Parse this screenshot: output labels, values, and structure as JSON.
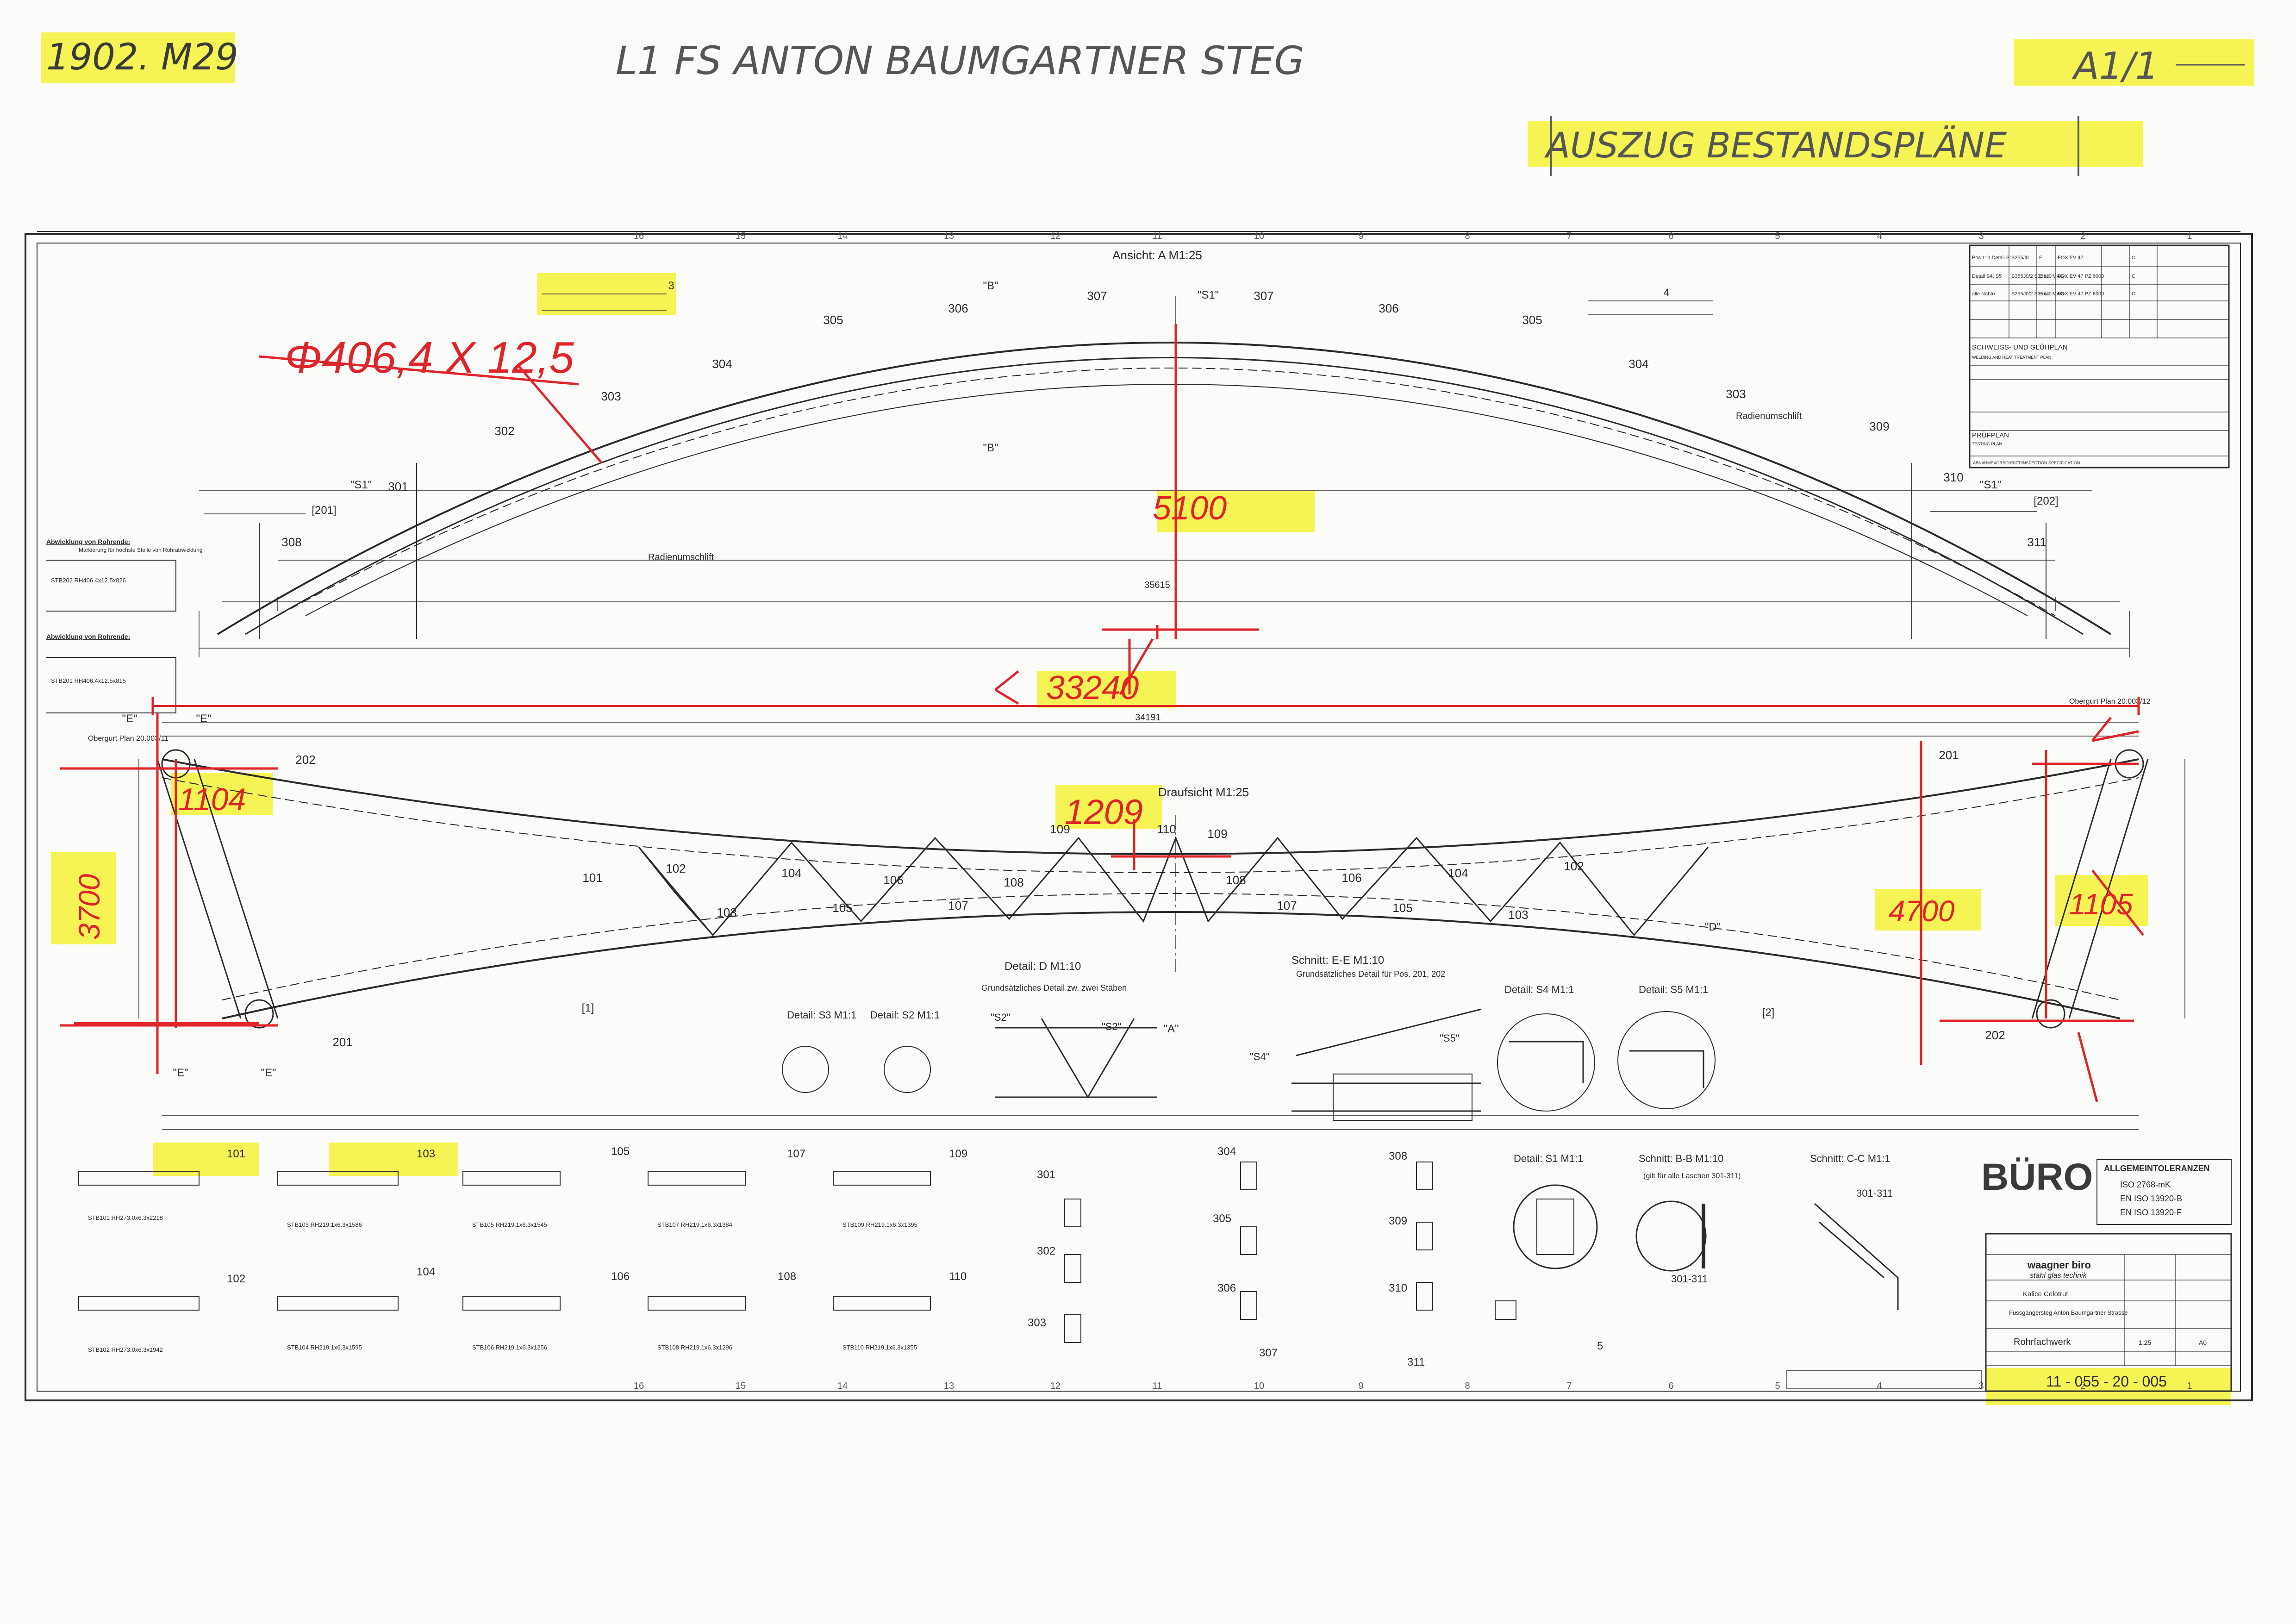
{
  "annotations": {
    "plan_ref": "1902. M29",
    "header": "L1 FS ANTON BAUMGARTNER STEG",
    "sheet_code": "A1/1",
    "extract": "AUSZUG BESTANDSPLÄNE",
    "pipe_size": "Φ406,4 X 12,5",
    "rise": "5100",
    "overall_length": "33240",
    "dim_left": "1104",
    "dim_center": "1209",
    "height_left": "3700",
    "height_right": "4700",
    "dim_right": "1105"
  },
  "views": {
    "elevation_title": "Ansicht: A  M1:25",
    "plan_title": "Draufsicht  M1:25",
    "detail_d": "Detail: D  M1:10",
    "detail_d_note": "Grundsätzliches Detail zw. zwei Stäben",
    "section_ee": "Schnitt: E-E  M1:10",
    "section_ee_note": "Grundsätzliches Detail für Pos. 201, 202",
    "detail_s3": "Detail: S3 M1:1",
    "detail_s2": "Detail: S2 M1:1",
    "detail_s4": "Detail: S4 M1:1",
    "detail_s5": "Detail: S5 M1:1",
    "detail_s1": "Detail: S1 M1:1",
    "section_bb": "Schnitt: B-B  M1:10",
    "section_bb_note": "(gilt für alle Laschen 301-311)",
    "section_cc": "Schnitt: C-C  M1:1",
    "bb_range": "301-311",
    "cc_range": "301-311",
    "pipe_dev_1": "Abwicklung von Rohrende:",
    "pipe_dev_1_ref": "STB202 RH406.4x12.5x826",
    "pipe_dev_2": "Abwicklung von Rohrende:",
    "pipe_dev_2_ref": "STB201 RH406.4x12.5x815",
    "marking_note": "Markierung für höchste Stelle von Rohrabwicklung",
    "radius_left": "Radienumschlift",
    "radius_right": "Radienumschlift",
    "top_chord_left": "Obergurt Plan 20.003/11",
    "top_chord_right": "Obergurt Plan 20.003/12",
    "dim_elev_total": "35615",
    "dim_plan_total": "34191"
  },
  "labels": {
    "elevation_members": [
      "301",
      "302",
      "303",
      "304",
      "305",
      "306",
      "307",
      "307",
      "306",
      "305",
      "304",
      "303",
      "309",
      "310",
      "311",
      "308"
    ],
    "plan_members": [
      "202",
      "201",
      "201",
      "202",
      "101",
      "102",
      "103",
      "104",
      "105",
      "106",
      "107",
      "108",
      "109",
      "110",
      "109",
      "108",
      "107",
      "106",
      "105",
      "104",
      "103",
      "102"
    ],
    "section_marks": [
      "\"S1\"",
      "\"S1\"",
      "\"S1\"",
      "\"B\"",
      "\"B\"",
      "\"E\"",
      "\"E\"",
      "\"E\"",
      "\"E\"",
      "\"D\"",
      "\"A\"",
      "[1]",
      "[2]",
      "[201]",
      "[202]",
      "3",
      "4"
    ]
  },
  "parts": {
    "tubes_top": [
      {
        "pos": "101",
        "ref": "STB101 RH273.0x6.3x2218"
      },
      {
        "pos": "103",
        "ref": "STB103 RH219.1x6.3x1586"
      },
      {
        "pos": "105",
        "ref": "STB105 RH219.1x6.3x1545"
      },
      {
        "pos": "107",
        "ref": "STB107 RH219.1x6.3x1384"
      },
      {
        "pos": "109",
        "ref": "STB109 RH219.1x6.3x1395"
      }
    ],
    "tubes_bottom": [
      {
        "pos": "102",
        "ref": "STB102 RH273.0x6.3x1942"
      },
      {
        "pos": "104",
        "ref": "STB104 RH219.1x6.3x1595"
      },
      {
        "pos": "106",
        "ref": "STB106 RH219.1x6.3x1256"
      },
      {
        "pos": "108",
        "ref": "STB108 RH219.1x6.3x1296"
      },
      {
        "pos": "110",
        "ref": "STB110 RH219.1x6.3x1355"
      }
    ],
    "plates": [
      "301",
      "302",
      "303",
      "304",
      "305",
      "306",
      "307",
      "308",
      "309",
      "310",
      "311",
      "5"
    ]
  },
  "title_block": {
    "tolerances": [
      "ALLGEMEINTOLERANZEN",
      "ISO 2768-mK",
      "EN ISO 13920-B",
      "EN ISO 13920-F"
    ],
    "logo": "BÜRO",
    "company": "waagner biro",
    "company_sub": "stahl glas technik",
    "client": "Kalice Celotrut",
    "project": "Fussgängersteg Anton Baumgartner Strasse",
    "part": "Rohrfachwerk",
    "drawing_no": "11 - 055 - 20 - 005",
    "scale": "1:25",
    "format": "A0"
  },
  "weld_table": {
    "title": "SCHWEISS- UND GLÜHPLAN",
    "subtitle": "WELDING AND HEAT TREATMENT PLAN",
    "test_plan": "PRÜFPLAN",
    "test_plan_sub": "TESTING PLAN",
    "footer": "ABNAHMEVORSCHRIFT/INSPECTION SPECIFICATION",
    "rows": [
      {
        "pos": "Pos 110 Detail S1",
        "material": "S355J0",
        "process": "E",
        "consumable": "FOX EV 47",
        "grade": "C"
      },
      {
        "pos": "Detail S4, S5",
        "material": "S355J0/2 S355J0",
        "process": "E od. MAG",
        "consumable": "FOX EV 47 PZ 6000",
        "grade": "C"
      },
      {
        "pos": "alle Nähte",
        "material": "S355J0/2 S355J0",
        "process": "E od. MAG",
        "consumable": "FOX EV 47 PZ 6000",
        "grade": "C"
      }
    ]
  },
  "colors": {
    "ink": "#2a2a2a",
    "markup_red": "#e0242a",
    "highlight": "#f4f237",
    "paper": "#fbfbf9"
  }
}
